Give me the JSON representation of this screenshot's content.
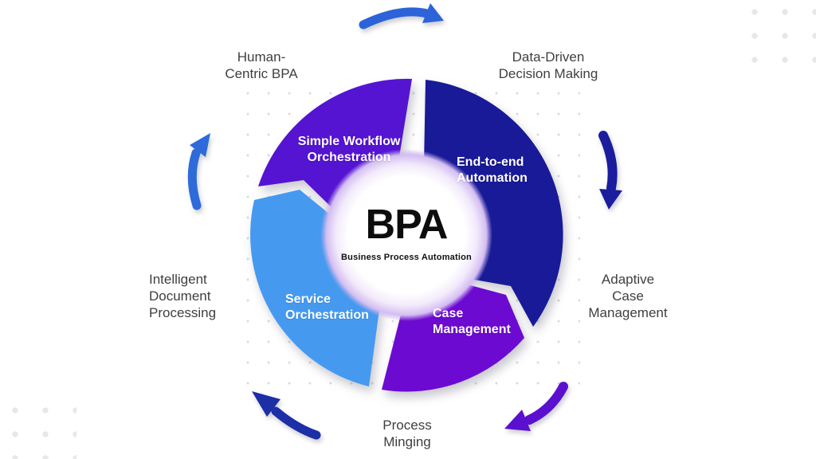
{
  "center": {
    "title": "BPA",
    "subtitle": "Business Process Automation"
  },
  "segments": [
    {
      "name": "simple-workflow-orchestration",
      "lines": [
        "Simple Workflow",
        "Orchestration"
      ],
      "color": "#5414d2"
    },
    {
      "name": "end-to-end-automation",
      "lines": [
        "End-to-end",
        "Automation"
      ],
      "color": "#191a97"
    },
    {
      "name": "case-management",
      "lines": [
        "Case",
        "Management"
      ],
      "color": "#6c0ad2"
    },
    {
      "name": "service-orchestration",
      "lines": [
        "Service",
        "Orchestration"
      ],
      "color": "#459af0"
    }
  ],
  "outer_labels": [
    {
      "name": "human-centric-bpa",
      "lines": [
        "Human-",
        "Centric BPA"
      ]
    },
    {
      "name": "data-driven-decision-making",
      "lines": [
        "Data-Driven",
        "Decision Making"
      ]
    },
    {
      "name": "intelligent-document-processing",
      "lines": [
        "Intelligent",
        "Document",
        "Processing"
      ]
    },
    {
      "name": "adaptive-case-management",
      "lines": [
        "Adaptive",
        "Case",
        "Management"
      ]
    },
    {
      "name": "process-minging",
      "lines": [
        "Process",
        "Minging"
      ]
    }
  ],
  "arrows": [
    {
      "name": "cycle-arrow-top",
      "color": "#2c63d9"
    },
    {
      "name": "cycle-arrow-right",
      "color": "#1b1c9e"
    },
    {
      "name": "cycle-arrow-bottom-right",
      "color": "#5c10cf"
    },
    {
      "name": "cycle-arrow-bottom-left",
      "color": "#1d2fa6"
    },
    {
      "name": "cycle-arrow-left",
      "color": "#2e6ada"
    }
  ],
  "colors": {
    "label_text": "#3f3f3f",
    "center_glow": "#c9b2ec",
    "background": "#ffffff"
  }
}
